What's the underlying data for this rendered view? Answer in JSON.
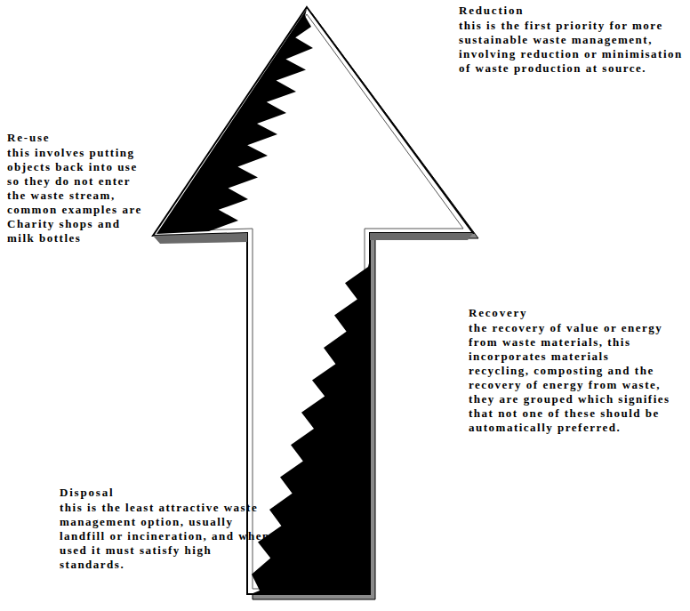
{
  "diagram": {
    "labels": [
      "Reduction",
      "this is the first priority for more sustainable waste management, involving reduction or minimisation of waste production at source.",
      "Re-use",
      "this involves putting objects back into use so they do not enter the waste stream, common examples are Charity shops and milk bottles",
      "Recovery",
      "the recovery of value or energy from waste materials, this incorporates materials recycling, composting and the recovery of energy from waste, they are grouped which signifies that not one of these should be automatically preferred.",
      "Disposal",
      "this is the least attractive waste management option, usually landfill or incineration, and when used it must satisfy high standards."
    ]
  }
}
